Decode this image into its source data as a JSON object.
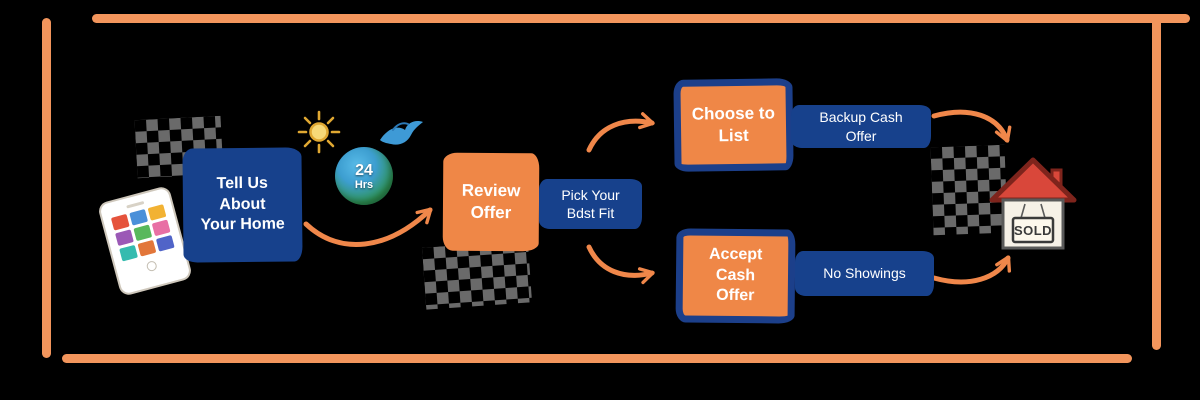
{
  "palette": {
    "background": "#000000",
    "frame_orange": "#F2955C",
    "box_orange": "#EF8747",
    "box_blue": "#17418C",
    "border_blue": "#1C3F8A",
    "arrow_orange": "#F0874A",
    "checker_gray": "#8A8A8A",
    "text_white": "#FFFFFF",
    "roof_red": "#D9473A"
  },
  "icons": {
    "phone": "smartphone-with-app-grid",
    "sun": "sun-doodle",
    "globe": "earth-globe-24hrs-badge",
    "bird": "bird-doodle",
    "house": "house-with-sold-sign"
  },
  "step_tell_us": {
    "lines": [
      "Tell Us",
      "About",
      "Your Home"
    ]
  },
  "badge_24hrs": {
    "number": "24",
    "unit": "Hrs"
  },
  "step_review": {
    "lines": [
      "Review",
      "Offer"
    ]
  },
  "note_best_fit": {
    "lines": [
      "Pick Your",
      "Bdst Fit"
    ]
  },
  "branch_list": {
    "lines": [
      "Choose to",
      "List"
    ]
  },
  "note_backup": {
    "lines": [
      "Backup Cash",
      "Offer"
    ]
  },
  "branch_cash": {
    "lines": [
      "Accept",
      "Cash",
      "Offer"
    ]
  },
  "note_showings": {
    "lines": [
      "No Showings"
    ]
  },
  "house": {
    "sign": "SOLD"
  }
}
